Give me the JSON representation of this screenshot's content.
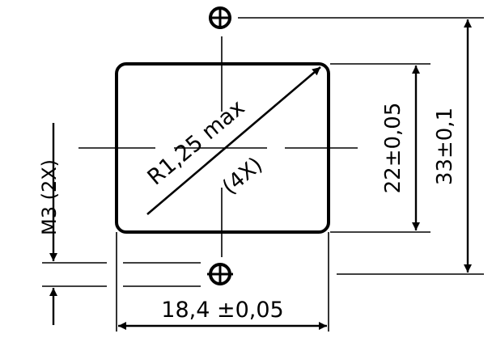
{
  "drawing": {
    "colors": {
      "line": "#000000",
      "background": "#ffffff"
    },
    "labels": {
      "thread": "M3 (2X)",
      "radius": "R1,25 max",
      "radius_count": "(4X)",
      "inner_height": "22±0,05",
      "overall_height": "33±0,1",
      "width": "18,4 ±0,05"
    }
  }
}
